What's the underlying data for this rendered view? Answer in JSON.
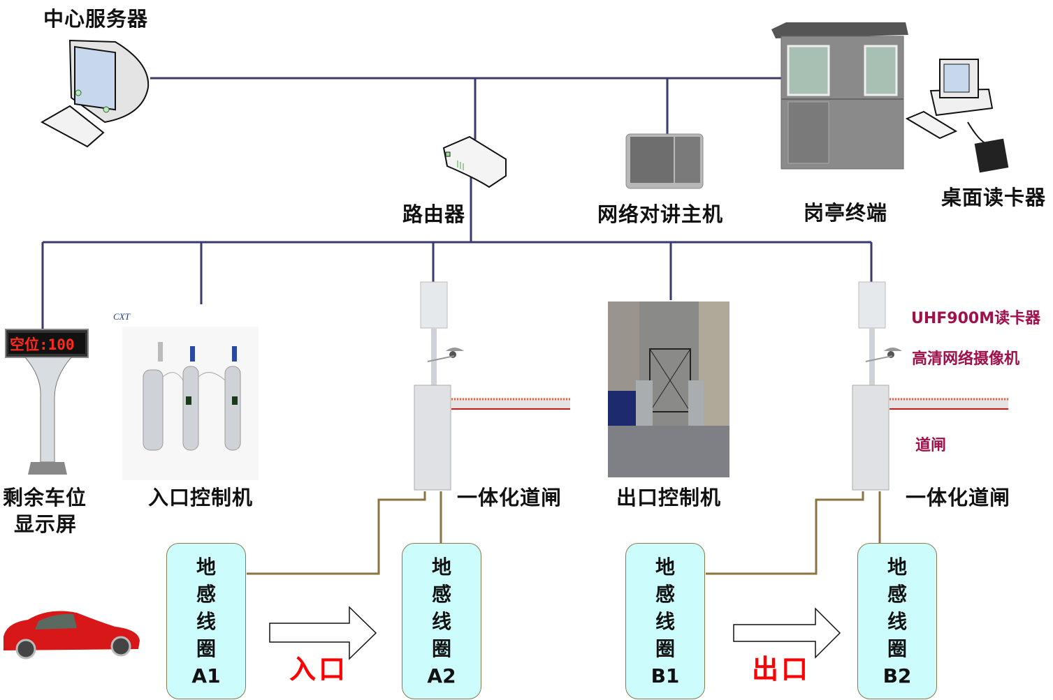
{
  "nodes": {
    "central_server": {
      "label": "中心服务器"
    },
    "router": {
      "label": "路由器"
    },
    "intercom": {
      "label": "网络对讲主机"
    },
    "booth": {
      "label": "岗亭终端"
    },
    "desk_reader": {
      "label": "桌面读卡器"
    },
    "space_display": {
      "label_line1": "剩余车位",
      "label_line2": "显示屏",
      "screen_text": "空位:100"
    },
    "entry_controller": {
      "label": "入口控制机",
      "brand": "CXT"
    },
    "gate_a": {
      "label": "一体化道闸"
    },
    "exit_controller": {
      "label": "出口控制机"
    },
    "gate_b": {
      "label": "一体化道闸"
    }
  },
  "annotations": {
    "uhf_reader": "UHF900M读卡器",
    "camera": "高清网络摄像机",
    "barrier": "道闸"
  },
  "coils": [
    {
      "chars": [
        "地",
        "感",
        "线",
        "圈"
      ],
      "id": "A1"
    },
    {
      "chars": [
        "地",
        "感",
        "线",
        "圈"
      ],
      "id": "A2"
    },
    {
      "chars": [
        "地",
        "感",
        "线",
        "圈"
      ],
      "id": "B1"
    },
    {
      "chars": [
        "地",
        "感",
        "线",
        "圈"
      ],
      "id": "B2"
    }
  ],
  "directions": {
    "entry": "入口",
    "exit": "出口"
  },
  "colors": {
    "network_line": "#3a3a6e",
    "coil_line": "#8b7340",
    "coil_fill": "#ccfcfc",
    "direction_text": "#ff0000",
    "annotation_text": "#a0104a",
    "led_text": "#ff2a1a"
  }
}
